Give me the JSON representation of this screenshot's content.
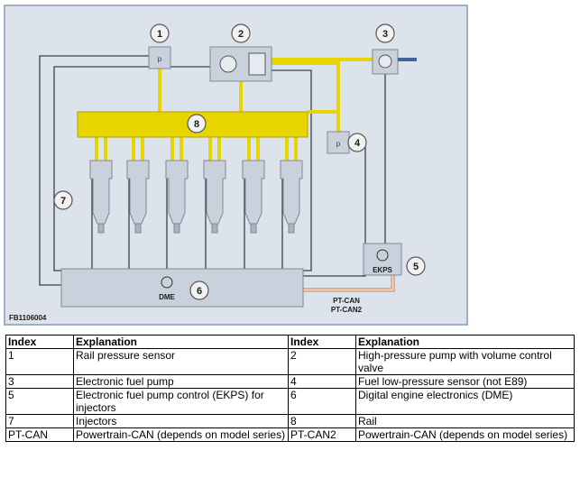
{
  "figure_id": "FB1106004",
  "labels": {
    "ekps": "EKPS",
    "dme": "DME",
    "pt_can": "PT-CAN",
    "pt_can2": "PT-CAN2"
  },
  "callouts": [
    "1",
    "2",
    "3",
    "4",
    "5",
    "6",
    "7",
    "8"
  ],
  "colors": {
    "fuel_line": "#e8d400",
    "rail": "#e8d400",
    "can_bus": "#d9a07a",
    "component": "#c9d2dc",
    "panel": "#dde3ea"
  },
  "table": {
    "headers": [
      "Index",
      "Explanation",
      "Index",
      "Explanation"
    ],
    "rows": [
      [
        "1",
        "Rail pressure sensor",
        "2",
        "High-pressure pump with volume control valve"
      ],
      [
        "3",
        "Electronic fuel pump",
        "4",
        "Fuel low-pressure sensor (not E89)"
      ],
      [
        "5",
        "Electronic fuel pump control (EKPS) for injectors",
        "6",
        "Digital engine electronics (DME)"
      ],
      [
        "7",
        "Injectors",
        "8",
        "Rail"
      ],
      [
        "PT-CAN",
        "Powertrain-CAN (depends on model series)",
        "PT-CAN2",
        "Powertrain-CAN (depends on model series)"
      ]
    ]
  }
}
